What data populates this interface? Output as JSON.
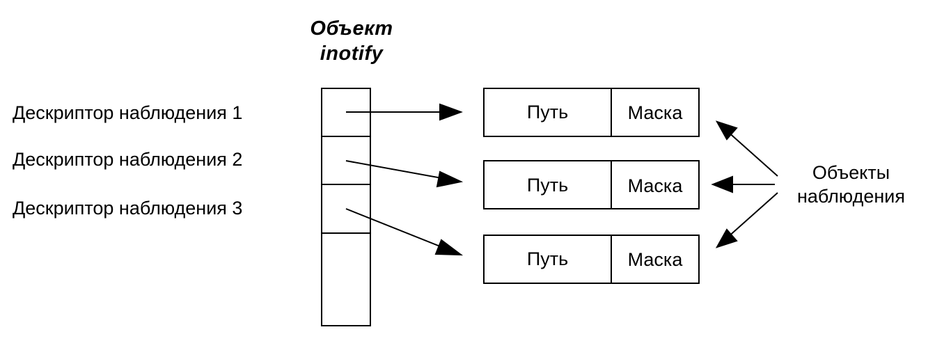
{
  "inotify_object": {
    "title_line1": "Объект",
    "title_line2": "inotify"
  },
  "descriptors": [
    {
      "label": "Дескриптор наблюдения 1"
    },
    {
      "label": "Дескриптор наблюдения 2"
    },
    {
      "label": "Дескриптор наблюдения 3"
    }
  ],
  "watch_objects": [
    {
      "path": "Путь",
      "mask": "Маска"
    },
    {
      "path": "Путь",
      "mask": "Маска"
    },
    {
      "path": "Путь",
      "mask": "Маска"
    }
  ],
  "watch_objects_label": {
    "line1": "Объекты",
    "line2": "наблюдения"
  },
  "colors": {
    "stroke": "#000000",
    "background": "#ffffff"
  }
}
